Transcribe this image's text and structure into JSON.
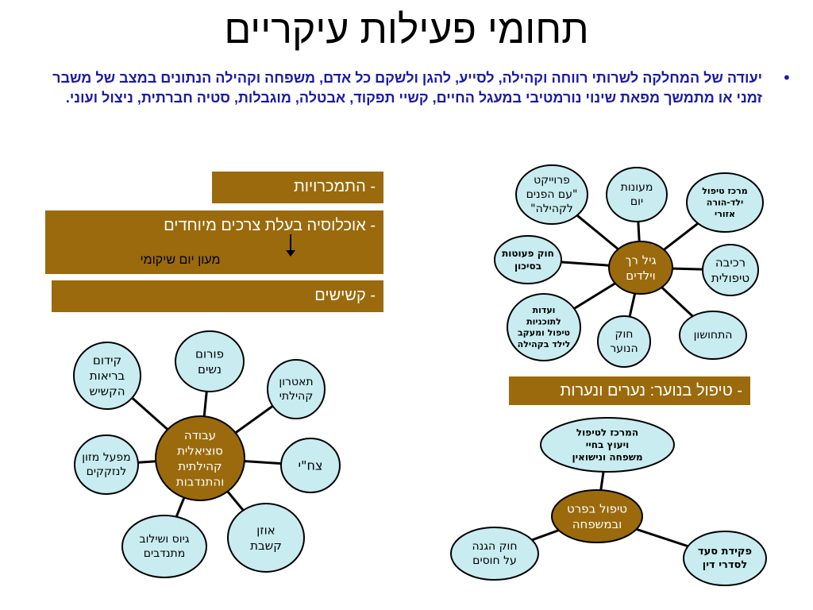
{
  "title": "תחומי פעילות עיקריים",
  "bullet": "יעודה של המחלקה לשרותי רווחה וקהילה, לסייע, להגן ולשקם כל אדם, משפחה וקהילה הנתונים במצב של משבר זמני או מתמשך מפאת שינוי נורמטיבי במעגל החיים, קשיי תפקוד, אבטלה, מוגבלות, סטיה חברתית, ניצול ועוני.",
  "boxes": {
    "addictions": "- התמכרויות",
    "special_needs": "- אוכלוסיה בעלת צרכים מיוחדים",
    "special_needs_sub": "מעון יום שיקומי",
    "elderly": "- קשישים",
    "youth": "- טיפול בנוער: נערים ונערות"
  },
  "colors": {
    "node_fill": "#c8ecf0",
    "center_fill": "#9a6a0c",
    "box_fill": "#9a6a0c",
    "bullet_text": "#1a1aa8"
  },
  "nodes": [
    {
      "id": "project",
      "lines": [
        "פרוייקט",
        "\"עם הפנים",
        "לקהילה\""
      ],
      "center": false,
      "bold": false
    },
    {
      "id": "daycare",
      "lines": [
        "מעונות",
        "יום"
      ],
      "center": false,
      "bold": false
    },
    {
      "id": "parentchild",
      "lines": [
        "מרכז טיפול",
        "ילד-הורה",
        "אזורי"
      ],
      "center": false,
      "bold": true
    },
    {
      "id": "youthlaw",
      "lines": [
        "חוק פעוטות",
        "בסיכון"
      ],
      "center": false,
      "bold": true
    },
    {
      "id": "children",
      "lines": [
        "גיל רך",
        "וילדים"
      ],
      "center": true,
      "bold": false
    },
    {
      "id": "therapeutic",
      "lines": [
        "רכיבה",
        "טיפולית"
      ],
      "center": false,
      "bold": false
    },
    {
      "id": "committees",
      "lines": [
        "ועדות",
        "לתוכניות",
        "טיפול ומעקב",
        "לילד בקהילה"
      ],
      "center": false,
      "bold": true
    },
    {
      "id": "teenlaw",
      "lines": [
        "חוק",
        "הנוער"
      ],
      "center": false,
      "bold": false
    },
    {
      "id": "hatchushon",
      "lines": [
        "התחושון"
      ],
      "center": false,
      "bold": false
    },
    {
      "id": "familycenter",
      "lines": [
        "המרכז לטיפול",
        "ויעוץ בחיי",
        "משפחה ונישואין"
      ],
      "center": false,
      "bold": true
    },
    {
      "id": "individual",
      "lines": [
        "טיפול בפרט",
        "ובמשפחה"
      ],
      "center": true,
      "bold": false
    },
    {
      "id": "shelterlaw",
      "lines": [
        "חוק הגנה",
        "על חוסים"
      ],
      "center": false,
      "bold": false
    },
    {
      "id": "welfareoff",
      "lines": [
        "פקידת סעד",
        "לסדרי דין"
      ],
      "center": false,
      "bold": true
    },
    {
      "id": "health",
      "lines": [
        "קידום",
        "בריאות",
        "הקשיש"
      ],
      "center": false,
      "bold": false
    },
    {
      "id": "women",
      "lines": [
        "פורום",
        "נשים"
      ],
      "center": false,
      "bold": false
    },
    {
      "id": "theater",
      "lines": [
        "תאטרון",
        "קהילתי"
      ],
      "center": false,
      "bold": false
    },
    {
      "id": "community",
      "lines": [
        "עבודה",
        "סוציאלית",
        "קהילתית",
        "והתנדבות"
      ],
      "center": true,
      "bold": false
    },
    {
      "id": "food",
      "lines": [
        "מפעל מזון",
        "לנזקקים"
      ],
      "center": false,
      "bold": false
    },
    {
      "id": "tsahi",
      "lines": [
        "צח\"י"
      ],
      "center": false,
      "bold": false
    },
    {
      "id": "volunteers",
      "lines": [
        "גיוס ושילוב",
        "מתנדבים"
      ],
      "center": false,
      "bold": false
    },
    {
      "id": "ear",
      "lines": [
        "אוזן",
        "קשבת"
      ],
      "center": false,
      "bold": false
    }
  ]
}
